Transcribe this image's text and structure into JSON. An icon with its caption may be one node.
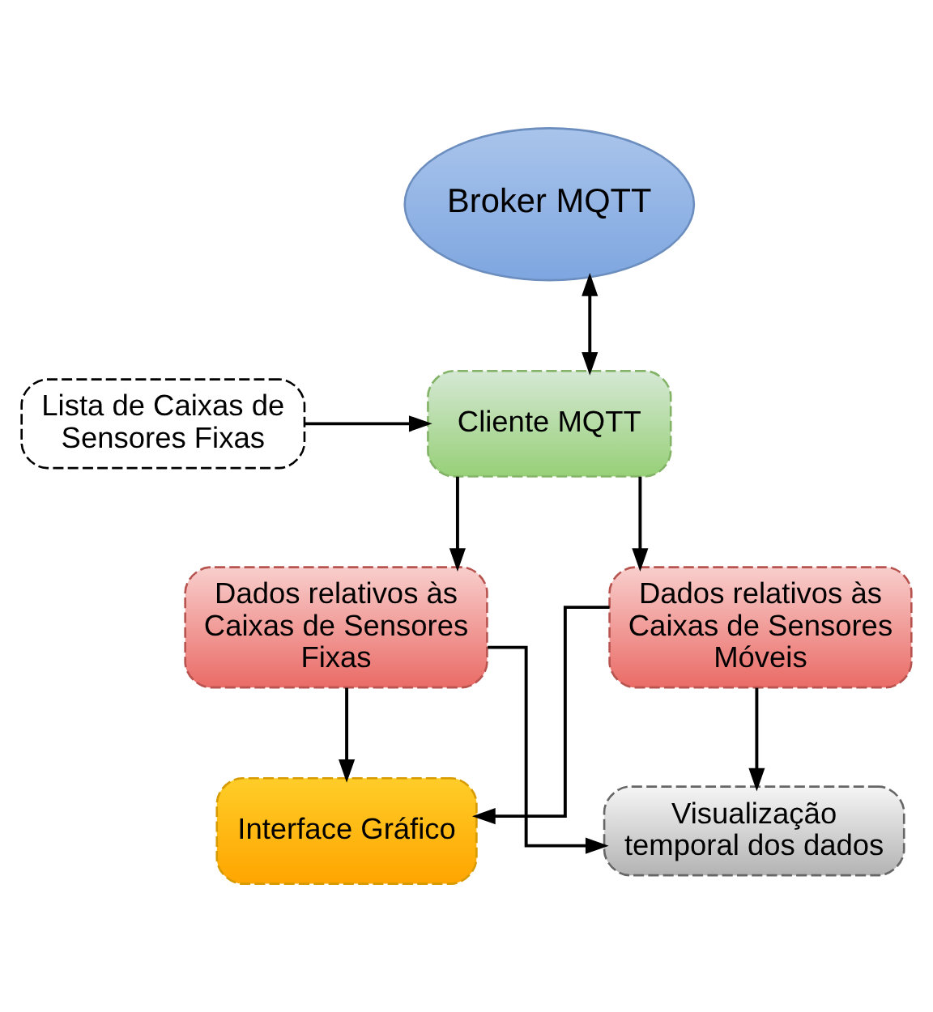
{
  "diagram": {
    "nodes": [
      {
        "text": [
          "Broker MQTT"
        ]
      },
      {
        "text": [
          "Lista de Caixas de Sensores Fixas"
        ]
      },
      {
        "text": [
          "Cliente MQTT"
        ]
      },
      {
        "text": [
          "Dados relativos às Caixas de Sensores Fixas"
        ]
      },
      {
        "text": [
          "Dados relativos às Caixas de Sensores Móveis"
        ]
      },
      {
        "text": [
          "Interface Gráfico"
        ]
      },
      {
        "text": [
          "Visualização temporal dos dados"
        ]
      }
    ],
    "edges": [
      {
        "from": 2,
        "to": 0,
        "arrow": "both"
      },
      {
        "from": 1,
        "to": 2,
        "arrow": "to"
      },
      {
        "from": 2,
        "to": 3,
        "arrow": "to"
      },
      {
        "from": 2,
        "to": 4,
        "arrow": "to"
      },
      {
        "from": 3,
        "to": 5,
        "arrow": "to"
      },
      {
        "from": 3,
        "to": 6,
        "arrow": "to"
      },
      {
        "from": 4,
        "to": 5,
        "arrow": "to"
      },
      {
        "from": 4,
        "to": 6,
        "arrow": "to"
      }
    ]
  }
}
